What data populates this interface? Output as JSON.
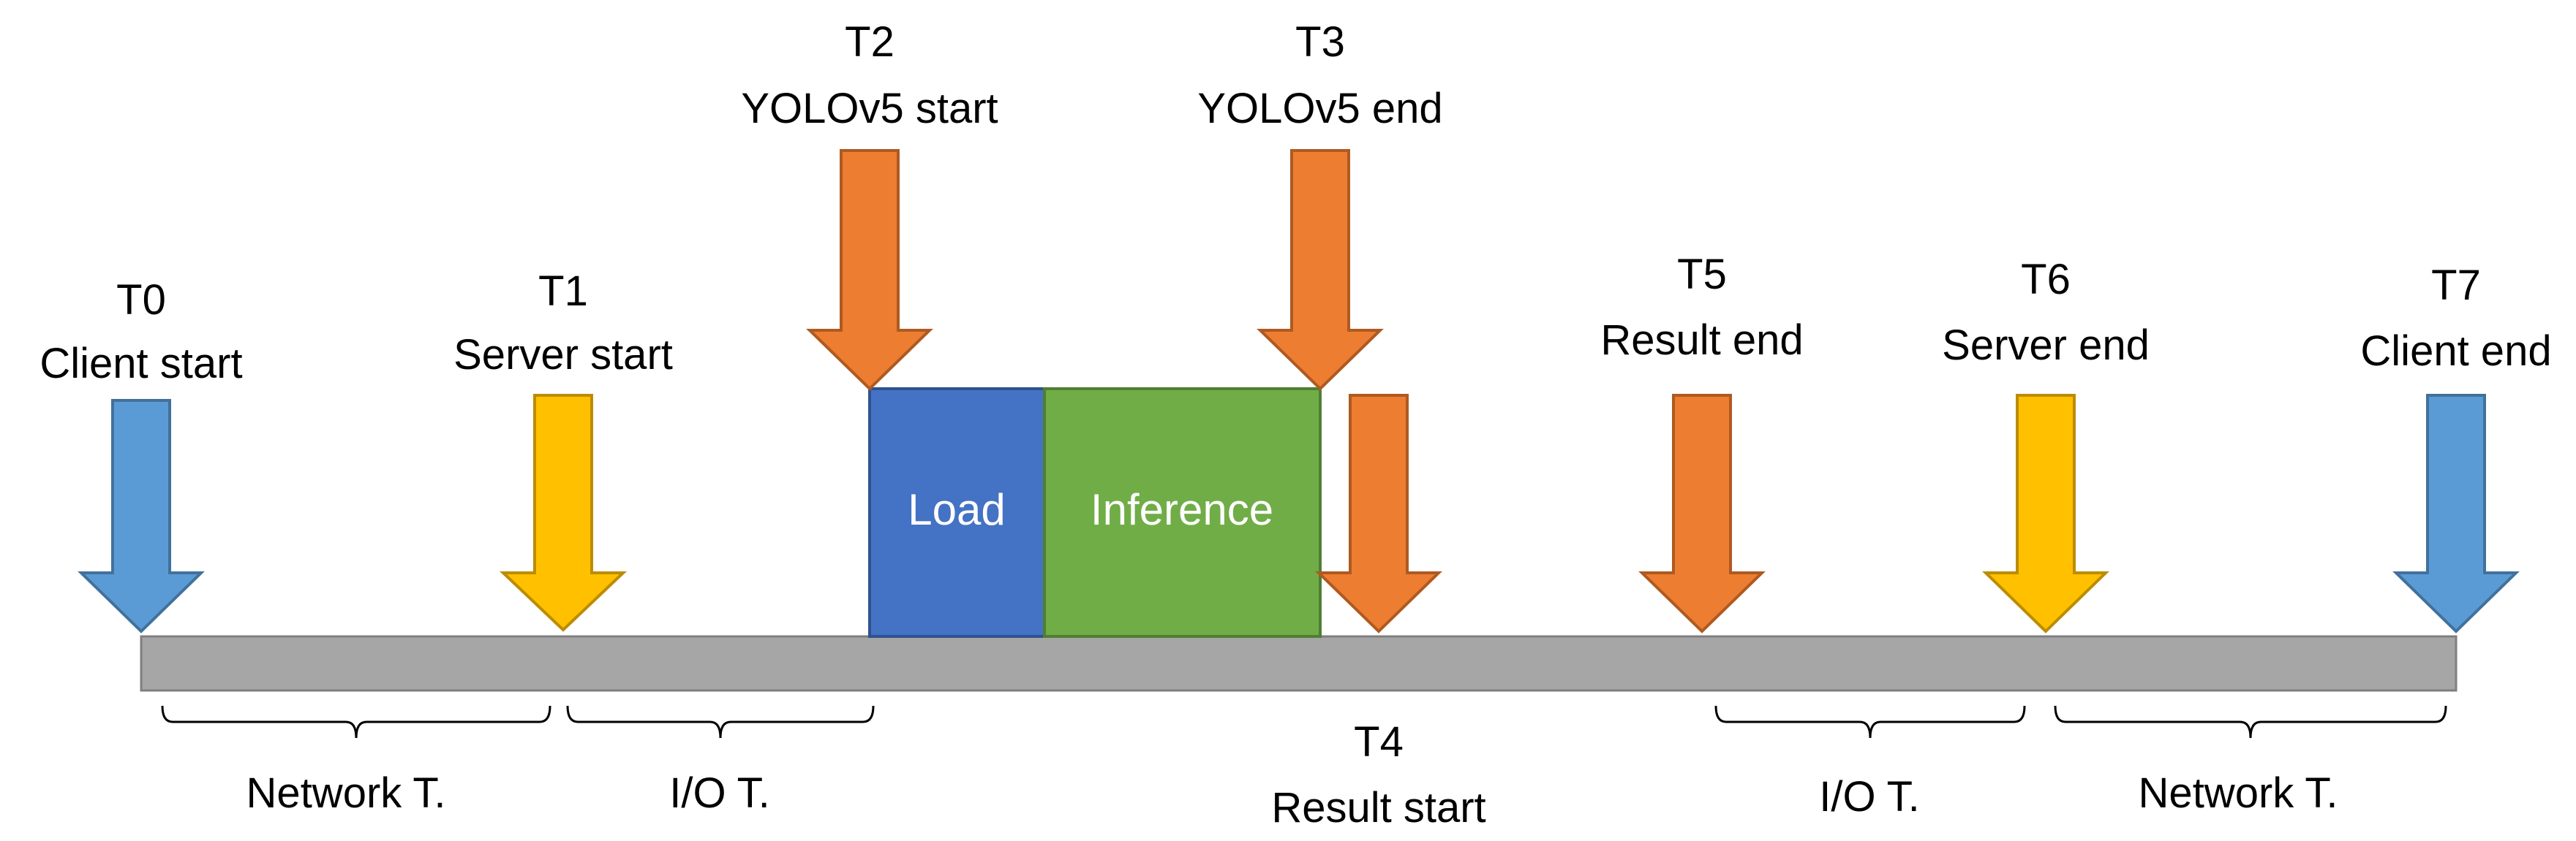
{
  "colors": {
    "client": "#5b9bd5",
    "client_stroke": "#41719c",
    "server": "#ffc000",
    "server_stroke": "#bc8c00",
    "yolo": "#ed7d31",
    "yolo_stroke": "#ae5a21",
    "load": "#4472c4",
    "load_stroke": "#2f528f",
    "inference": "#70ad47",
    "inference_stroke": "#507e32",
    "bar": "#a6a6a6",
    "bar_stroke": "#7f7f7f"
  },
  "markers": [
    {
      "id": "t0",
      "name": "T0",
      "label": "Client start",
      "icon": "down-arrow-icon",
      "kind": "client"
    },
    {
      "id": "t1",
      "name": "T1",
      "label": "Server start",
      "icon": "down-arrow-icon",
      "kind": "server"
    },
    {
      "id": "t2",
      "name": "T2",
      "label": "YOLOv5 start",
      "icon": "down-arrow-icon",
      "kind": "yolo"
    },
    {
      "id": "t3",
      "name": "T3",
      "label": "YOLOv5 end",
      "icon": "down-arrow-icon",
      "kind": "yolo"
    },
    {
      "id": "t4",
      "name": "T4",
      "label": "Result start",
      "icon": "down-arrow-icon",
      "kind": "yolo"
    },
    {
      "id": "t5",
      "name": "T5",
      "label": "Result end",
      "icon": "down-arrow-icon",
      "kind": "yolo"
    },
    {
      "id": "t6",
      "name": "T6",
      "label": "Server end",
      "icon": "down-arrow-icon",
      "kind": "server"
    },
    {
      "id": "t7",
      "name": "T7",
      "label": "Client end",
      "icon": "down-arrow-icon",
      "kind": "client"
    }
  ],
  "stages": {
    "load": "Load",
    "inference": "Inference"
  },
  "intervals": [
    {
      "id": "network-start",
      "label": "Network T."
    },
    {
      "id": "io-start",
      "label": "I/O T."
    },
    {
      "id": "io-end",
      "label": "I/O T."
    },
    {
      "id": "network-end",
      "label": "Network T."
    }
  ]
}
